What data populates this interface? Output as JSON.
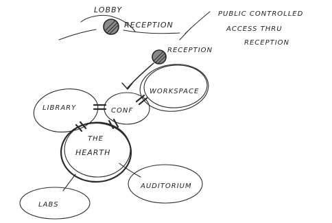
{
  "diagram": {
    "nodes": {
      "lobby": "LOBBY",
      "reception_top": "RECEPTION",
      "reception_mid": "RECEPTION",
      "workspace": "WORKSPACE",
      "library": "LIBRARY",
      "conf": "CONF",
      "hearth_line1": "THE",
      "hearth_line2": "HEARTH",
      "auditorium": "AUDITORIUM",
      "labs": "LABS"
    },
    "annotation": {
      "line1": "PUBLIC CONTROLLED",
      "line2": "ACCESS THRU",
      "line3": "RECEPTION"
    }
  }
}
